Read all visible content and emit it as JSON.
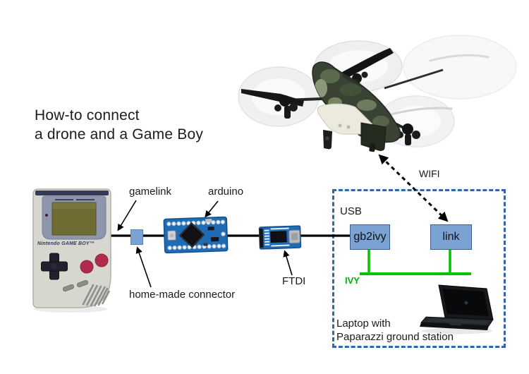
{
  "title": {
    "line1": "How-to connect",
    "line2": "a drone and a Game Boy"
  },
  "labels": {
    "gamelink": "gamelink",
    "arduino": "arduino",
    "home_made_connector": "home-made connector",
    "ftdi": "FTDI",
    "wifi": "WIFI",
    "usb": "USB",
    "ivy": "IVY",
    "laptop_line1": "Laptop with",
    "laptop_line2": "Paparazzi ground station"
  },
  "nodes": {
    "gb2ivy": "gb2ivy",
    "link": "link"
  },
  "gameboy": {
    "brand": "Nintendo GAME BOY™"
  },
  "colors": {
    "node_fill": "#7aa3d4",
    "node_border": "#3c5f8e",
    "dashed_border": "#3465a4",
    "ivy_green": "#00c300",
    "wire": "#000000"
  }
}
